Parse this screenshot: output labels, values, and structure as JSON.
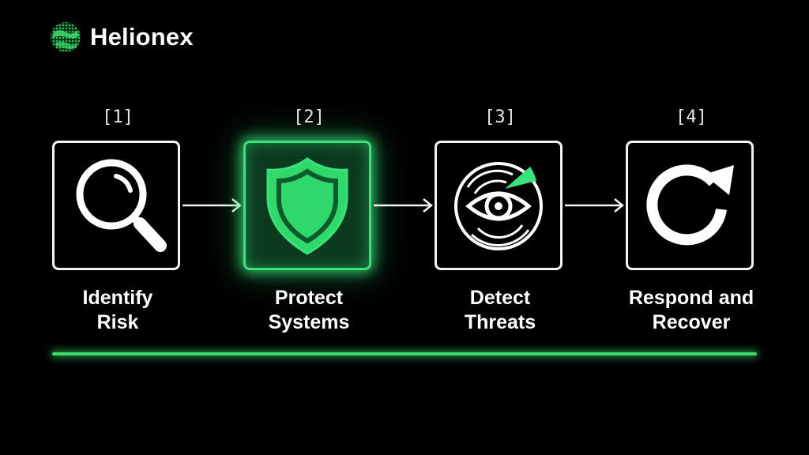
{
  "brand": {
    "name": "Helionex",
    "logo_icon": "dotted-globe-icon",
    "accent": "#3ddc6f"
  },
  "steps": [
    {
      "number": "[1]",
      "label_line1": "Identify",
      "label_line2": "Risk",
      "icon": "magnifier-icon",
      "active": false
    },
    {
      "number": "[2]",
      "label_line1": "Protect",
      "label_line2": "Systems",
      "icon": "shield-icon",
      "active": true
    },
    {
      "number": "[3]",
      "label_line1": "Detect",
      "label_line2": "Threats",
      "icon": "radar-eye-icon",
      "active": false
    },
    {
      "number": "[4]",
      "label_line1": "Respond and",
      "label_line2": "Recover",
      "icon": "refresh-arrow-icon",
      "active": false
    }
  ],
  "colors": {
    "accent_green": "#39e27a",
    "box_border": "#f2f2f2",
    "background": "#000000"
  }
}
